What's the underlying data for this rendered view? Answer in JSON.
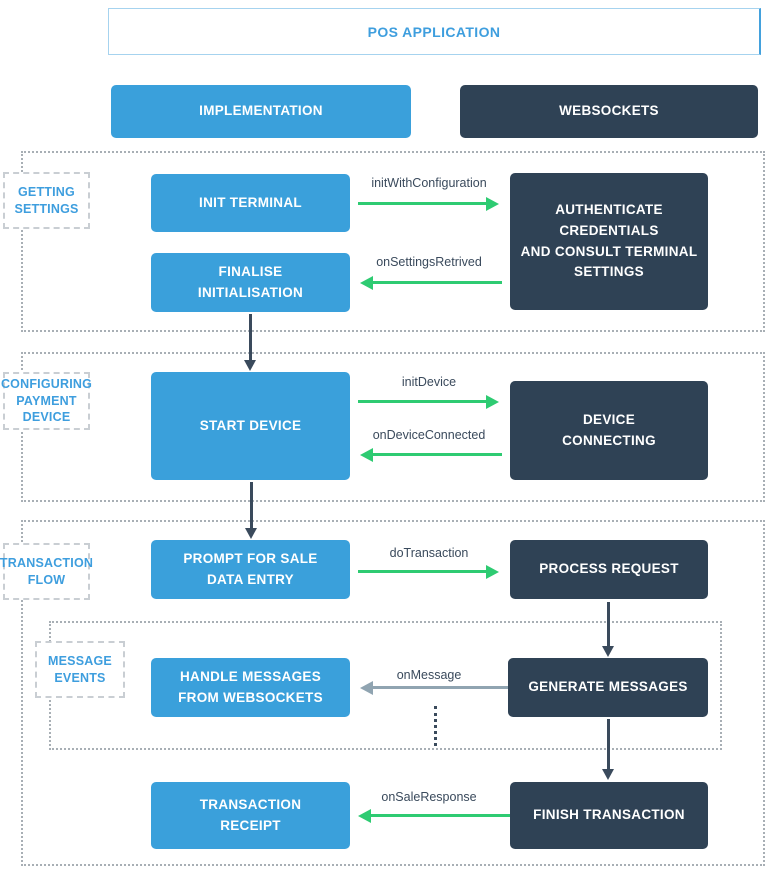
{
  "colors": {
    "box_blue": "#3AA0DB",
    "box_navy": "#2F4255",
    "arrow_green": "#2ECB72",
    "arrow_gray": "#90A4B1",
    "arrow_navy": "#3A4A5C",
    "text_blue": "#3E9EDE",
    "title_border_light": "#A6D3EF",
    "title_border_accent": "#43A1DD",
    "container_dots": "#A8AFB5",
    "label_dashes": "#C9CED3",
    "arrow_text": "#3A4A5C"
  },
  "title": {
    "text": "POS APPLICATION"
  },
  "columns": {
    "implementation": "IMPLEMENTATION",
    "websockets": "WEBSOCKETS"
  },
  "sections": {
    "getting_settings": {
      "label": "GETTING\nSETTINGS",
      "boxes": {
        "init_terminal": "INIT TERMINAL",
        "finalise": "FINALISE\nINITIALISATION",
        "authenticate": "AUTHENTICATE\nCREDENTIALS\nAND CONSULT TERMINAL\nSETTINGS"
      },
      "messages": {
        "init_with_configuration": "initWithConfiguration",
        "on_settings_retrived": "onSettingsRetrived"
      }
    },
    "configuring_payment_device": {
      "label": "CONFIGURING\nPAYMENT\nDEVICE",
      "boxes": {
        "start_device": "START DEVICE",
        "device_connecting": "DEVICE\nCONNECTING"
      },
      "messages": {
        "init_device": "initDevice",
        "on_device_connected": "onDeviceConnected"
      }
    },
    "transaction_flow": {
      "label": "TRANSACTION\nFLOW",
      "boxes": {
        "prompt_for_sale": "PROMPT FOR SALE\nDATA ENTRY",
        "process_request": "PROCESS REQUEST",
        "finish_transaction": "FINISH TRANSACTION",
        "transaction_receipt": "TRANSACTION\nRECEIPT"
      },
      "messages": {
        "do_transaction": "doTransaction",
        "on_sale_response": "onSaleResponse"
      },
      "message_events": {
        "label": "MESSAGE\nEVENTS",
        "boxes": {
          "handle_messages": "HANDLE MESSAGES\nFROM WEBSOCKETS",
          "generate_messages": "GENERATE MESSAGES"
        },
        "messages": {
          "on_message": "onMessage"
        }
      }
    }
  }
}
